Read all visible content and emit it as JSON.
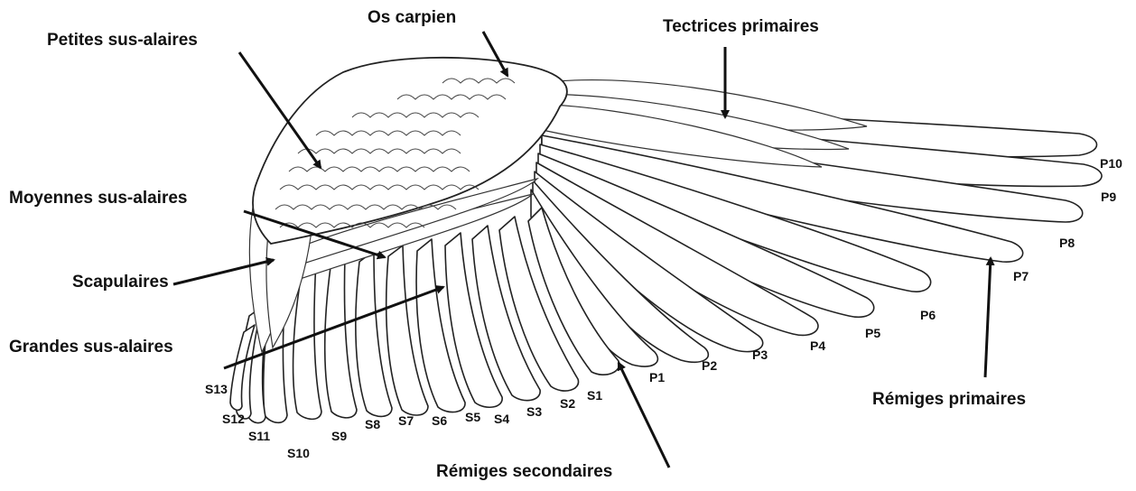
{
  "labels": {
    "petites_sus_alaires": "Petites sus-alaires",
    "os_carpien": "Os carpien",
    "tectrices_primaires": "Tectrices primaires",
    "moyennes_sus_alaires": "Moyennes sus-alaires",
    "scapulaires": "Scapulaires",
    "grandes_sus_alaires": "Grandes sus-alaires",
    "remiges_primaires": "Rémiges primaires",
    "remiges_secondaires": "Rémiges secondaires"
  },
  "primaries": [
    "P1",
    "P2",
    "P3",
    "P4",
    "P5",
    "P6",
    "P7",
    "P8",
    "P9",
    "P10"
  ],
  "secondaries": [
    "S1",
    "S2",
    "S3",
    "S4",
    "S5",
    "S6",
    "S7",
    "S8",
    "S9",
    "S10",
    "S11",
    "S12",
    "S13"
  ],
  "colors": {
    "line": "#1a1a1a",
    "text": "#111111",
    "background": "#ffffff"
  }
}
